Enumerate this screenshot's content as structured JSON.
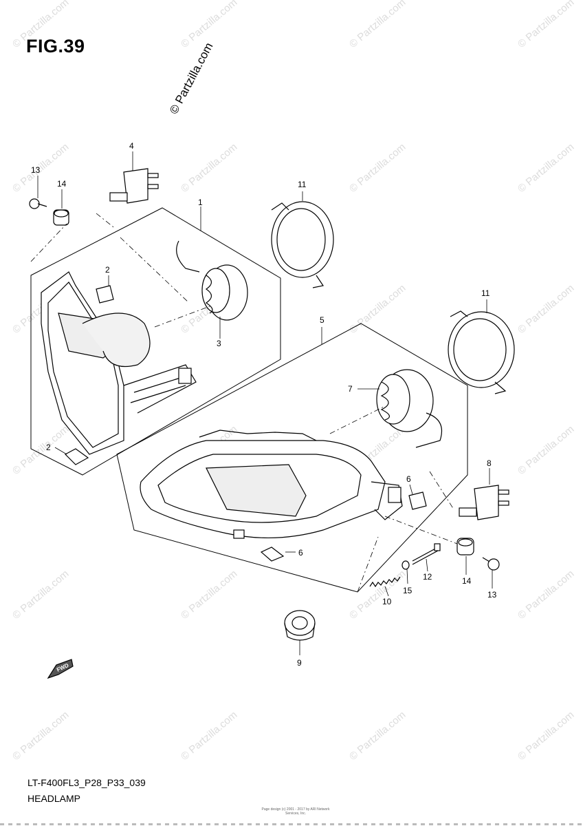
{
  "figure": {
    "title": "FIG.39"
  },
  "watermark": {
    "main": "© Partzilla.com",
    "repeat": "© Partzilla.com"
  },
  "callouts": [
    "1",
    "2",
    "2",
    "3",
    "4",
    "5",
    "6",
    "6",
    "7",
    "8",
    "9",
    "10",
    "11",
    "11",
    "12",
    "13",
    "13",
    "14",
    "14",
    "15"
  ],
  "fwd_label": "FWD",
  "footer": {
    "model_code": "LT-F400FL3_P28_P33_039",
    "section": "HEADLAMP",
    "copyright": "Page design (c) 2001 - 2017 by ARI Network Services, Inc."
  }
}
